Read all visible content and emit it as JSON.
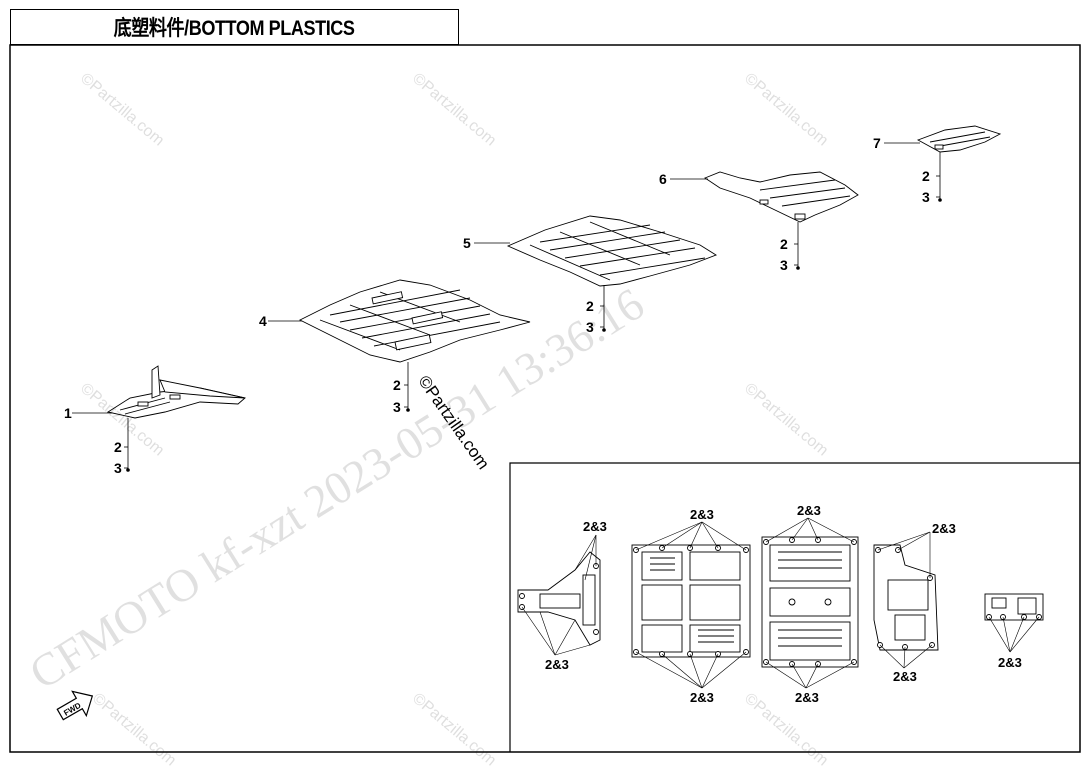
{
  "title": "底塑料件/BOTTOM PLASTICS",
  "callouts": {
    "p1": "1",
    "p2": "2",
    "p3": "3",
    "p4": "4",
    "p5": "5",
    "p6": "6",
    "p7": "7",
    "fastener": "2&3"
  },
  "fwd_label": "FWD",
  "watermarks": {
    "partzilla": "©Partzilla.com",
    "model": "CFMOTO  kf-xzt  2023-05-31 13:36:16"
  }
}
